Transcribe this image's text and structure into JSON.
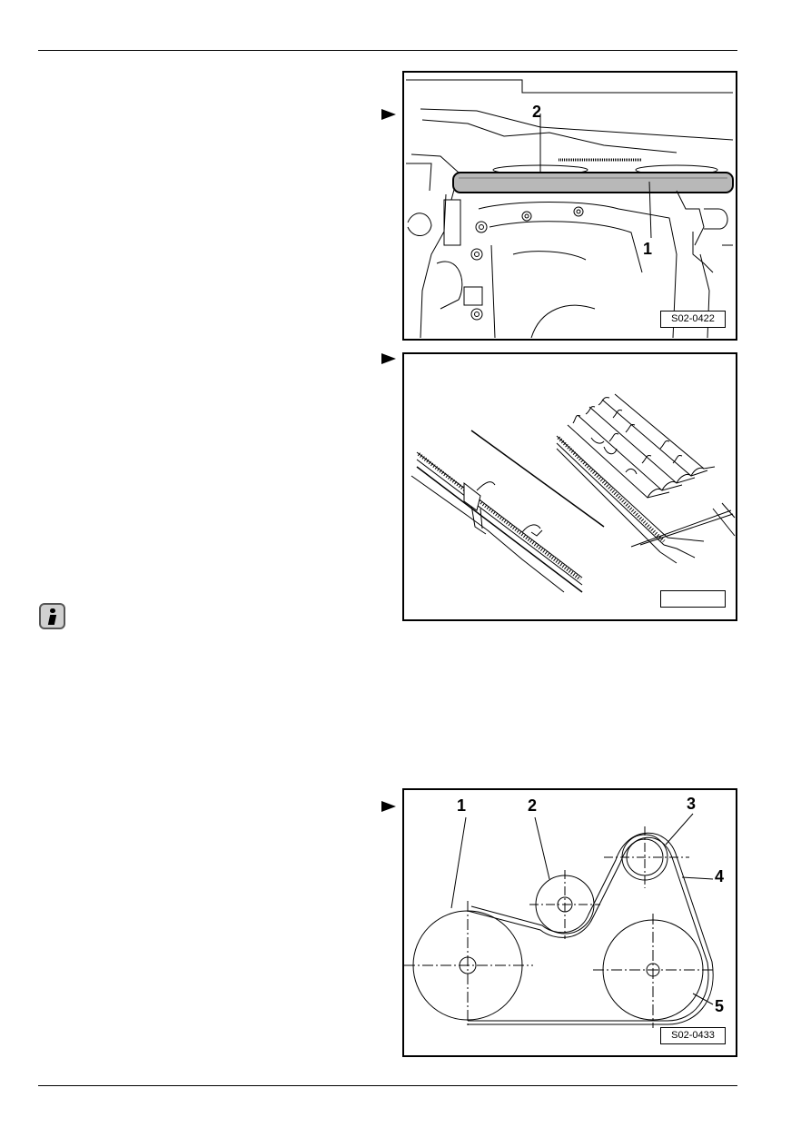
{
  "figures": [
    {
      "id": "S02-0422",
      "ref_label": "S02-0422",
      "callouts": [
        "2",
        "1"
      ]
    },
    {
      "id": "belt-damage",
      "ref_label": ""
    },
    {
      "id": "S02-0433",
      "ref_label": "S02-0433",
      "callouts": [
        "1",
        "2",
        "3",
        "4",
        "5"
      ]
    }
  ],
  "icons": {
    "info": "info-icon",
    "pointer": "right-pointer-arrow-icon"
  },
  "colors": {
    "line": "#000000",
    "icon_background": "#d0d0d0"
  }
}
